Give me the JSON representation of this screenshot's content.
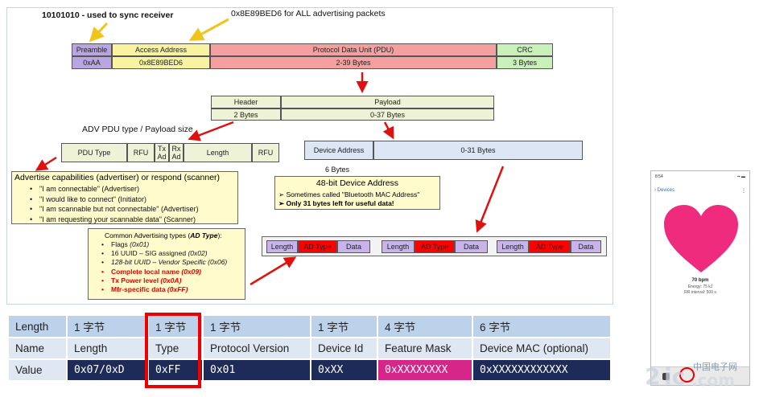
{
  "diagram": {
    "annotations": {
      "preamble_note": "10101010 - used to sync receiver",
      "access_note": "0x8E89BED6 for ALL advertising packets",
      "adv_pdu_note": "ADV PDU type / Payload size",
      "device_addr_size": "6 Bytes"
    },
    "packet": {
      "headers": [
        "Preamble",
        "Access Address",
        "Protocol Data Unit (PDU)",
        "CRC"
      ],
      "values": [
        "0xAA",
        "0x8E89BED6",
        "2-39 Bytes",
        "3 Bytes"
      ]
    },
    "pdu": {
      "headers": [
        "Header",
        "Payload"
      ],
      "values": [
        "2 Bytes",
        "0-37 Bytes"
      ]
    },
    "adv_header": {
      "fields": [
        "PDU Type",
        "RFU",
        "Tx",
        "Ad",
        "Rx",
        "Ad",
        "Length",
        "RFU"
      ]
    },
    "payload": {
      "fields": [
        "Device Address",
        "0-31 Bytes"
      ]
    },
    "capabilities": {
      "title": "Advertise capabilities (advertiser) or respond (scanner)",
      "items": [
        "\"I am connectable\" (Advertiser)",
        "\"I would like to connect\" (Initiator)",
        "\"I am scannable but not connectable\" (Advertiser)",
        "\"I am requesting your scannable data\" (Scanner)"
      ]
    },
    "device_address_box": {
      "title": "48-bit Device Address",
      "items": [
        "Sometimes called \"Bluetooth MAC Address\"",
        "Only 31 bytes left for useful data!"
      ]
    },
    "ad_types": {
      "title_prefix": "Common Advertising types (",
      "title_em": "AD Type",
      "title_suffix": "):",
      "items": [
        {
          "label": "Flags ",
          "code": "(0x01)",
          "red": false
        },
        {
          "label": "16 UUID – SIG assigned ",
          "code": "(0x02)",
          "red": false
        },
        {
          "label": "128-bit UUID – Vendor Specific ",
          "code": "(0x06)",
          "red": false
        },
        {
          "label": "Complete local name ",
          "code": "(0x09)",
          "red": true
        },
        {
          "label": "Tx Power level ",
          "code": "(0x0A)",
          "red": true
        },
        {
          "label": "Mfr-specific data ",
          "code": "(0xFF)",
          "red": true
        }
      ]
    },
    "ad_structure": {
      "fields": [
        "Length",
        "AD Type",
        "Data"
      ]
    }
  },
  "format_table": {
    "row_labels": [
      "Length",
      "Name",
      "Value"
    ],
    "lengths": [
      "1 字节",
      "1 字节",
      "1 字节",
      "1 字节",
      "4 字节",
      "6 字节"
    ],
    "names": [
      "Length",
      "Type",
      "Protocol Version",
      "Device Id",
      "Feature Mask",
      "Device MAC (optional)"
    ],
    "values": [
      "0x07/0xD",
      "0xFF",
      "0x01",
      "0xXX",
      "0xXXXXXXXX",
      "0xXXXXXXXXXXXX"
    ]
  },
  "phone": {
    "time": "8:54",
    "back_label": "Devices",
    "bpm": "70 bpm",
    "energy": "Energy: 75 kJ",
    "rr": "RR interval: 500 s"
  },
  "watermark": "中国电子网",
  "colors": {
    "annotation_arrow": "#f0c419",
    "red_arrow": "#e01010",
    "preamble_fill": "#b9a6e0",
    "access_fill": "#f7f3a0",
    "pdu_fill": "#f4a0a0",
    "crc_fill": "#c9f0b8",
    "note_fill": "#fffbcc",
    "ad_type_fill": "#ff0000",
    "heart": "#ee2b7d",
    "table_dark": "#1e2b59",
    "table_pink": "#d6268a",
    "highlight": "#ee0000"
  }
}
